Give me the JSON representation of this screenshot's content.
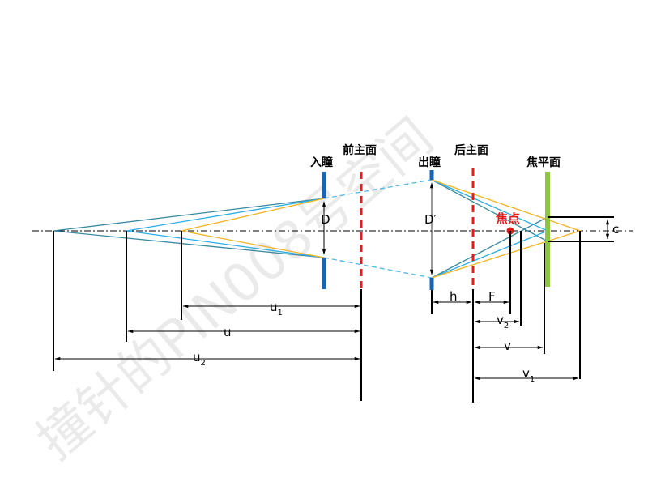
{
  "watermark": "撞针的PIN008号空间",
  "labels": {
    "entrance_pupil": "入瞳",
    "front_principal_plane": "前主面",
    "exit_pupil": "出瞳",
    "rear_principal_plane": "后主面",
    "focal_plane": "焦平面",
    "focal_point": "焦点",
    "D": "D",
    "D_prime": "D′",
    "c": "c"
  },
  "dimensions": {
    "u1": {
      "base": "u",
      "sub": "1"
    },
    "u": {
      "base": "u",
      "sub": ""
    },
    "u2": {
      "base": "u",
      "sub": "2"
    },
    "h": {
      "base": "h",
      "sub": ""
    },
    "F": {
      "base": "F",
      "sub": ""
    },
    "v2": {
      "base": "v",
      "sub": "2"
    },
    "v": {
      "base": "v",
      "sub": ""
    },
    "v1": {
      "base": "v",
      "sub": "1"
    }
  },
  "colors": {
    "pupil": "#1565b8",
    "principal": "#e41c1c",
    "focal_plane": "#8cc63f",
    "ray_far": "#3a8aa0",
    "ray_mid": "#2aaee6",
    "ray_near": "#f2b320",
    "ray_virtual": "#4fb8e8",
    "focus_dot": "#d81818"
  }
}
